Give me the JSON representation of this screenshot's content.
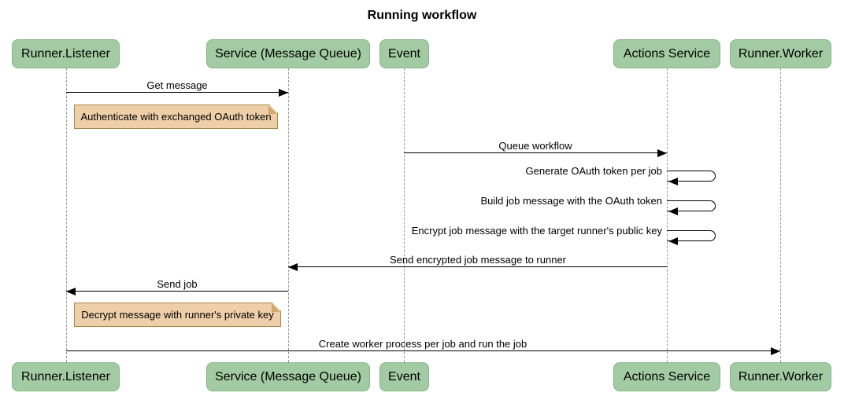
{
  "title": "Running workflow",
  "actors": [
    {
      "label": "Runner.Listener"
    },
    {
      "label": "Service (Message Queue)"
    },
    {
      "label": "Event"
    },
    {
      "label": "Actions Service"
    },
    {
      "label": "Runner.Worker"
    }
  ],
  "messages": [
    {
      "label": "Get message",
      "from": "Runner.Listener",
      "to": "Service (Message Queue)",
      "type": "solid-arrow"
    },
    {
      "label": "Queue workflow",
      "from": "Event",
      "to": "Actions Service",
      "type": "solid-arrow"
    },
    {
      "label": "Generate OAuth token per job",
      "from": "Actions Service",
      "to": "Actions Service",
      "type": "self-arrow"
    },
    {
      "label": "Build job message with the OAuth token",
      "from": "Actions Service",
      "to": "Actions Service",
      "type": "self-arrow"
    },
    {
      "label": "Encrypt job message with the target runner's public key",
      "from": "Actions Service",
      "to": "Actions Service",
      "type": "self-arrow"
    },
    {
      "label": "Send encrypted job message to runner",
      "from": "Actions Service",
      "to": "Service (Message Queue)",
      "type": "solid-arrow"
    },
    {
      "label": "Send job",
      "from": "Service (Message Queue)",
      "to": "Runner.Listener",
      "type": "solid-arrow"
    },
    {
      "label": "Create worker process per job and run the job",
      "from": "Runner.Listener",
      "to": "Runner.Worker",
      "type": "solid-arrow"
    }
  ],
  "notes": [
    {
      "label": "Authenticate with exchanged OAuth token",
      "position": "right of Runner.Listener"
    },
    {
      "label": "Decrypt message with runner's private key",
      "position": "right of Runner.Listener"
    }
  ],
  "colors": {
    "actor_fill": "#a3cba3",
    "actor_border": "#85b487",
    "note_fill": "#eecfa9",
    "note_border": "#a9874f",
    "arrow": "#000000",
    "lifeline": "#999999",
    "background": "#ffffff"
  }
}
